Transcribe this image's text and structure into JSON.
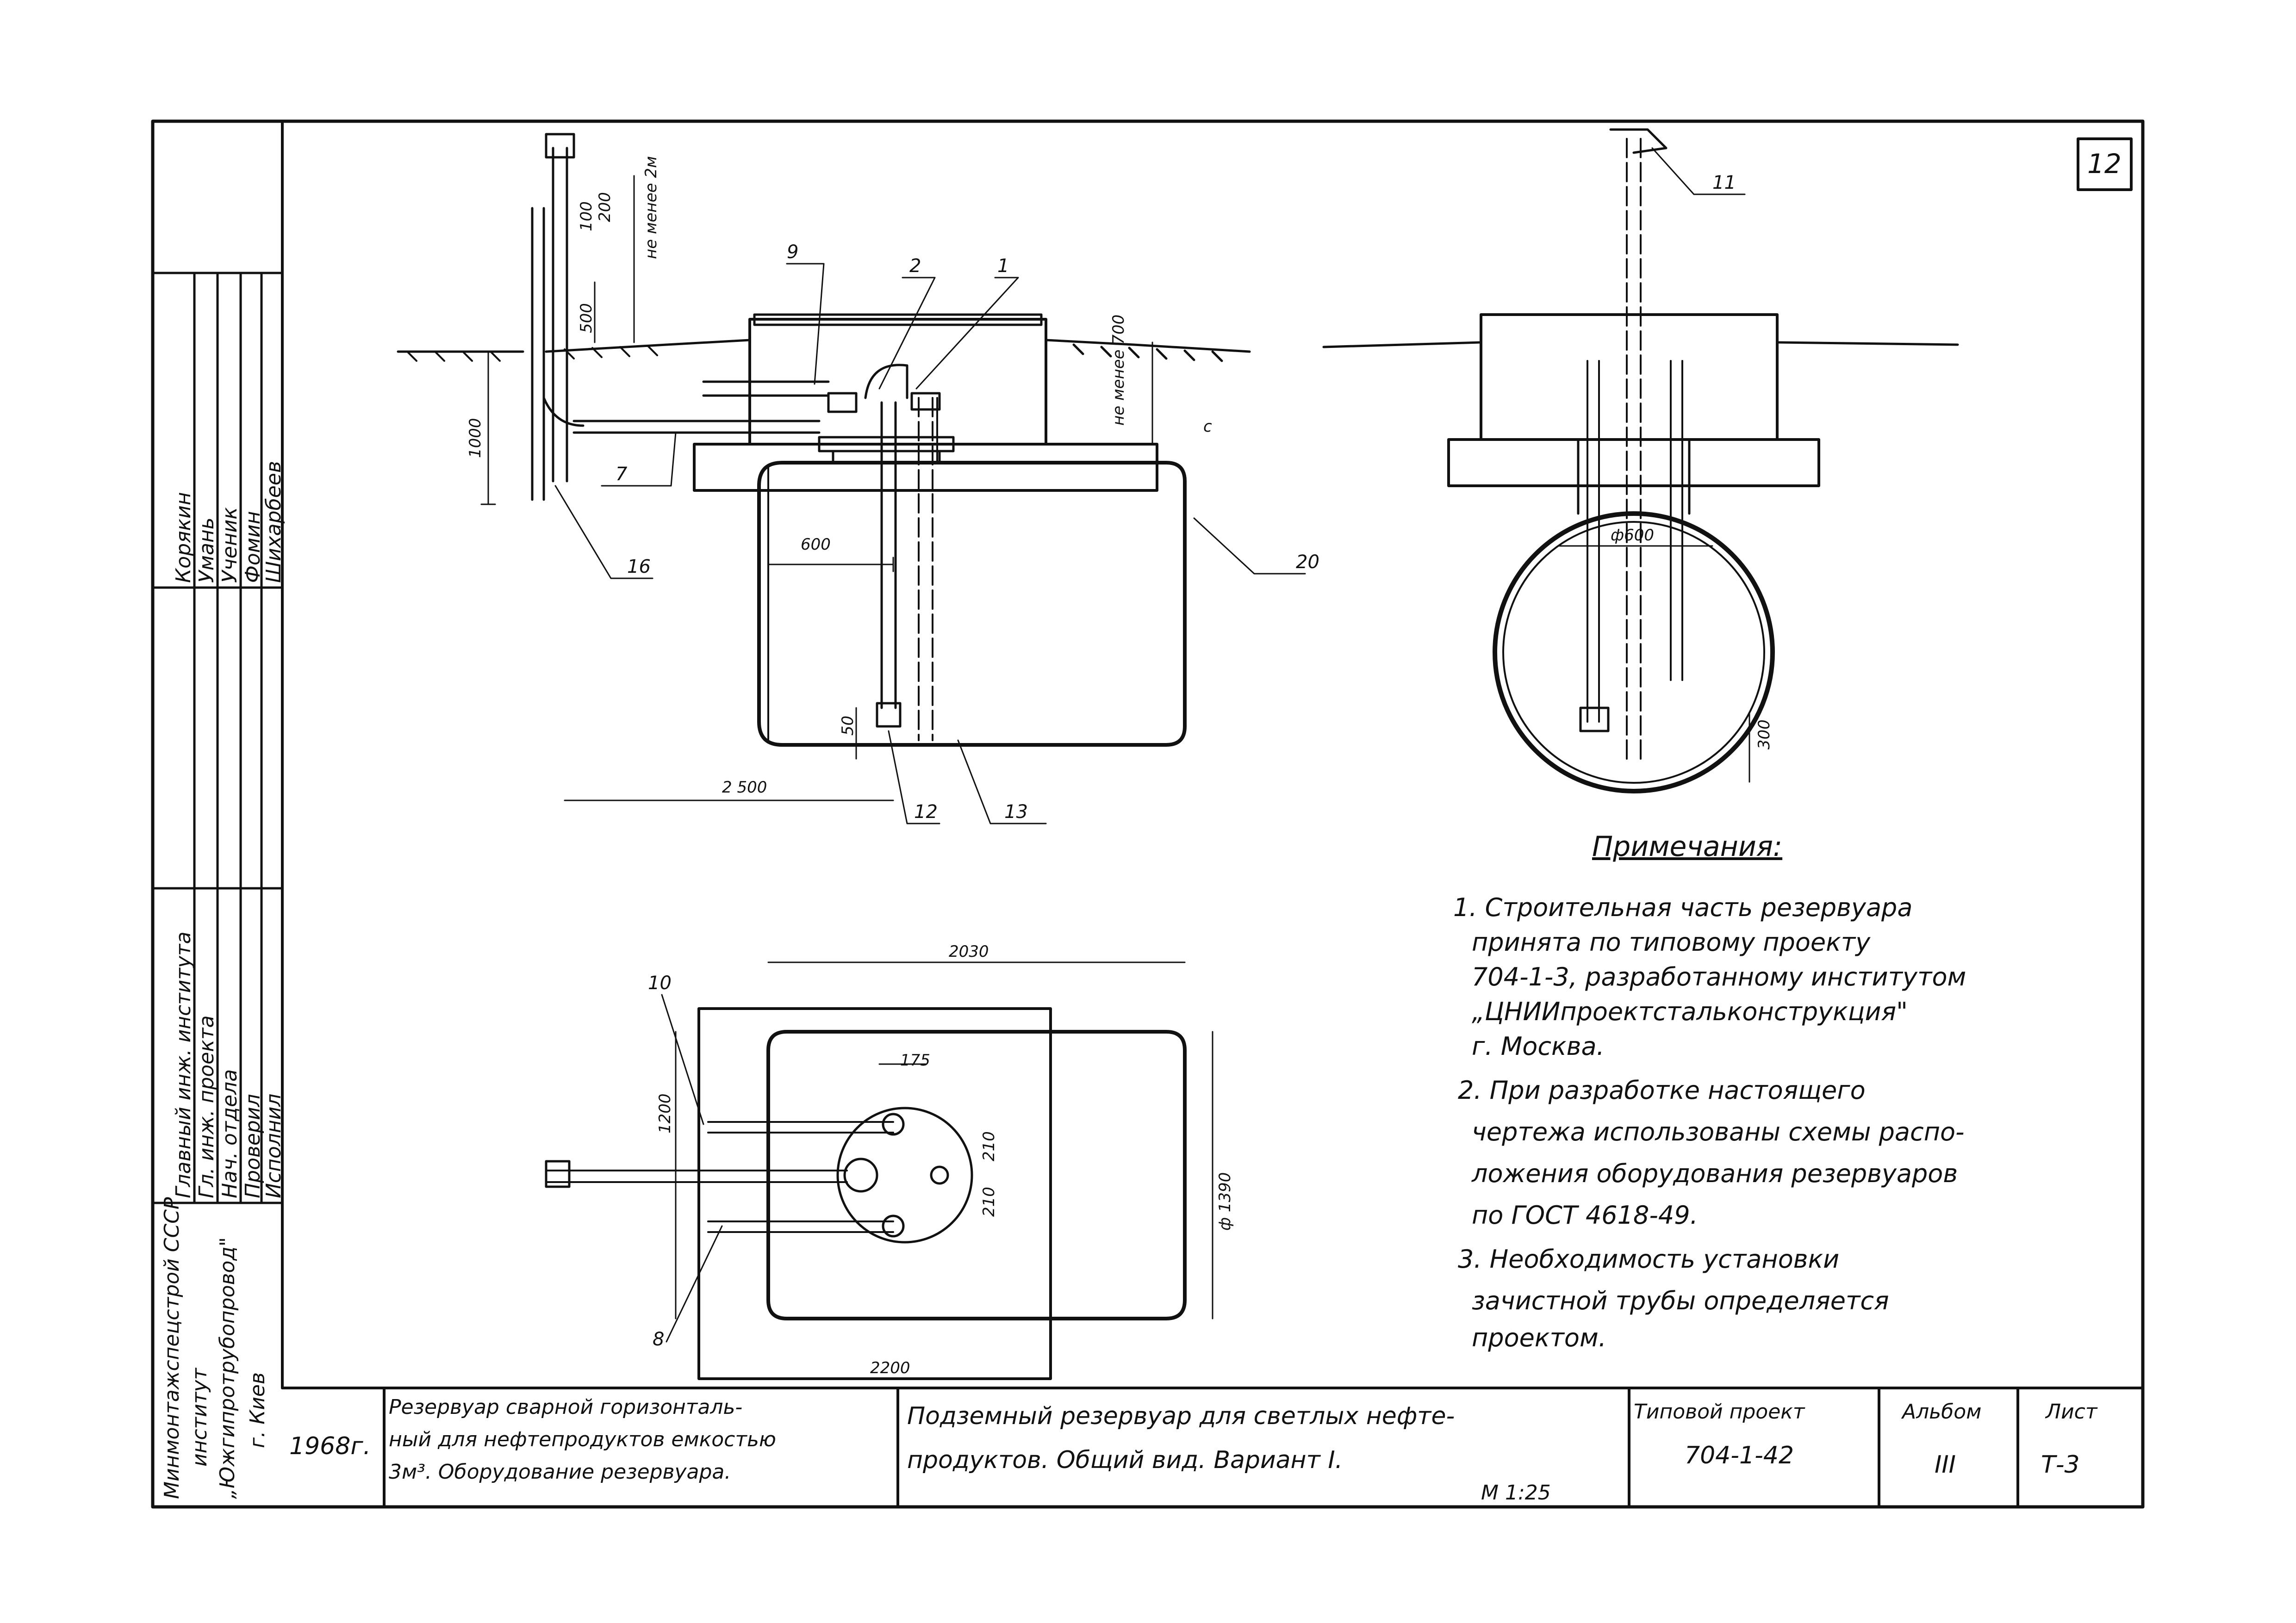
{
  "sheet_number": "12",
  "callouts": [
    "1",
    "2",
    "7",
    "8",
    "9",
    "10",
    "11",
    "12",
    "13",
    "16",
    "20"
  ],
  "dimensions": {
    "d_600": "600",
    "d_2500": "2 500",
    "d_50": "50",
    "d_1000": "1000",
    "d_500": "500",
    "d_700": "700",
    "d_100": "100",
    "d_200": "200",
    "d_not_less_2m": "не менее 2м",
    "d_not_less_700": "не менее 700",
    "d_phi600": "ф600",
    "d_300": "300",
    "d_2030": "2030",
    "d_1200": "1200",
    "d_175": "175",
    "d_210a": "210",
    "d_210b": "210",
    "d_phi1390": "ф 1390",
    "d_2200": "2200",
    "ground_c": "c"
  },
  "notes": {
    "title": "Примечания:",
    "items": [
      "1. Строительная часть резервуара",
      "принята по типовому проекту",
      "704-1-3, разработанному институтом",
      "„ЦНИИпроектстальконструкция\"",
      "г. Москва.",
      "2. При разработке настоящего",
      "чертежа использованы схемы распо-",
      "ложения оборудования резервуаров",
      "по ГОСТ 4618-49.",
      "3. Необходимость установки",
      "зачистной трубы определяется",
      "проектом."
    ]
  },
  "stamp": {
    "org": [
      "Минмонтажспецстрой СССР",
      "институт",
      "„Южгипротрубопровод\"",
      "г. Киев"
    ],
    "roles": [
      "Главный инж. института",
      "Гл. инж. проекта",
      "Нач. отдела",
      "Проверил",
      "Исполнил"
    ],
    "names": [
      "Корякин",
      "Умань",
      "Ученик",
      "Фомин",
      "Шихарбеев"
    ]
  },
  "title_block": {
    "year": "1968г.",
    "description": [
      "Резервуар сварной горизонталь-",
      "ный для нефтепродуктов емкостью",
      "3м³. Оборудование резервуара."
    ],
    "title": [
      "Подземный резервуар для светлых нефте-",
      "продуктов. Общий вид. Вариант I."
    ],
    "scale": "М 1:25",
    "project_label": "Типовой проект",
    "project_number": "704-1-42",
    "album_label": "Альбом",
    "album_value": "III",
    "sheet_label": "Лист",
    "sheet_value": "Т-3"
  }
}
